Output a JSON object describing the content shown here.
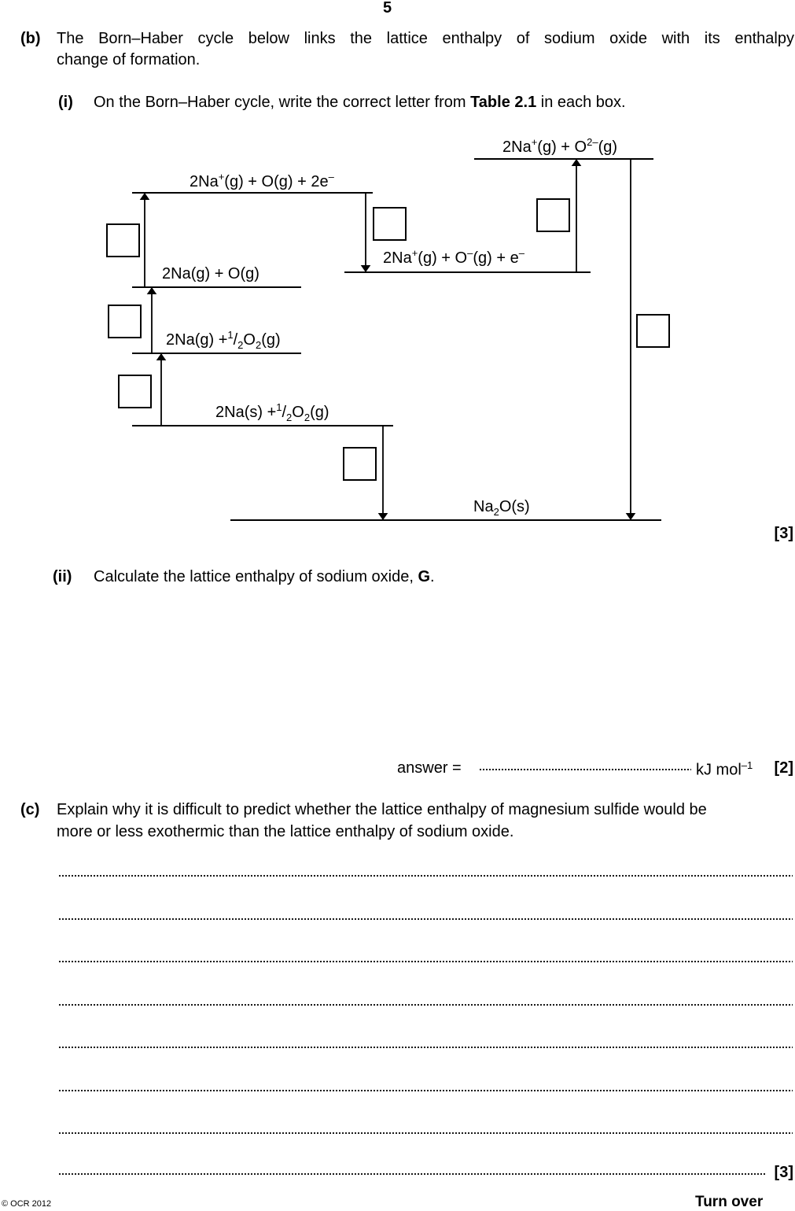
{
  "page_number": "5",
  "part_b": {
    "label": "(b)",
    "text_line1": "The Born–Haber cycle below links the lattice enthalpy of sodium oxide with its enthalpy",
    "text_line2": "change of formation.",
    "sub_i": {
      "label": "(i)",
      "text_prefix": "On the Born–Haber cycle, write the correct letter from ",
      "table_ref": "Table 2.1",
      "text_suffix": " in each box.",
      "marks": "[3]"
    },
    "sub_ii": {
      "label": "(ii)",
      "text_prefix": "Calculate the lattice enthalpy of sodium oxide, ",
      "letter": "G",
      "text_suffix": ".",
      "answer_prefix": "answer = ",
      "answer_unit": " kJ mol",
      "answer_unit_sup": "–1",
      "marks": "[2]"
    }
  },
  "cycle": {
    "level_top_right": {
      "base": "2Na",
      "sup1": "+",
      "mid": "(g) + O",
      "sup2": "2–",
      "end": "(g)"
    },
    "level_ionised": {
      "base": "2Na",
      "sup1": "+",
      "mid": "(g) + O(g) + 2e",
      "sup2": "–"
    },
    "level_anion": {
      "base": "2Na",
      "sup1": "+",
      "mid": "(g) + O",
      "sup2": "–",
      "mid2": "(g) + e",
      "sup3": "–"
    },
    "level_atoms": {
      "text": "2Na(g) + O(g)"
    },
    "level_half_o2_gas": {
      "pre": "2Na(g) +",
      "sup": "1",
      "slash": "/",
      "sub": "2",
      "o": "O",
      "o_sub": "2",
      "end": "(g)"
    },
    "level_elements": {
      "pre": "2Na(s) +",
      "sup": "1",
      "slash": "/",
      "sub": "2",
      "o": "O",
      "o_sub": "2",
      "end": "(g)"
    },
    "level_product": {
      "pre": "Na",
      "sub": "2",
      "end": "O(s)"
    }
  },
  "part_c": {
    "label": "(c)",
    "text_line1": "Explain why it is difficult to predict whether the lattice enthalpy of magnesium sulfide would be",
    "text_line2": "more or less exothermic than the lattice enthalpy of sodium oxide.",
    "marks": "[3]"
  },
  "footer": {
    "copyright": "© OCR 2012",
    "turn_over": "Turn over"
  }
}
